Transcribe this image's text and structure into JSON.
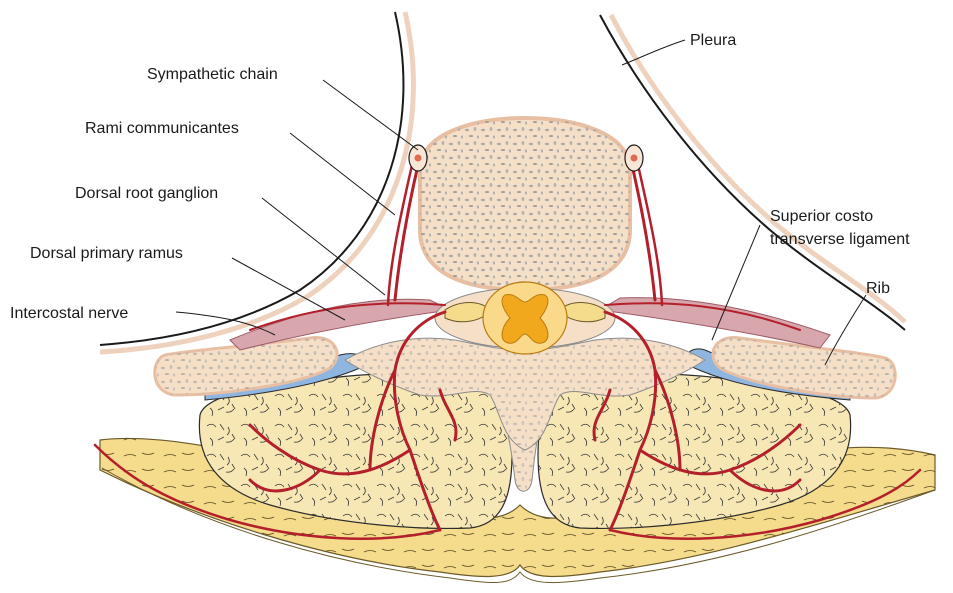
{
  "labels": {
    "pleura": "Pleura",
    "sympathetic_chain": "Sympathetic chain",
    "rami_communicantes": "Rami communicantes",
    "dorsal_root_ganglion": "Dorsal root ganglion",
    "superior_costo_line1": "Superior costo",
    "superior_costo_line2": "transverse ligament",
    "dorsal_primary_ramus": "Dorsal primary ramus",
    "rib": "Rib",
    "intercostal_nerve": "Intercostal nerve"
  },
  "colors": {
    "bone_fill": "#f6dfc7",
    "bone_outline": "#e8bfa2",
    "muscle_fill": "#f7e7b4",
    "fat_fill": "#f5dc8c",
    "spinal_grey_matter": "#f2a81d",
    "spinal_white_matter": "#fbd98a",
    "nerve": "#b3202b",
    "ligament": "#8fb6e0",
    "pleura_fill": "#f8e6d6",
    "ganglion": "#d8a7ae"
  }
}
